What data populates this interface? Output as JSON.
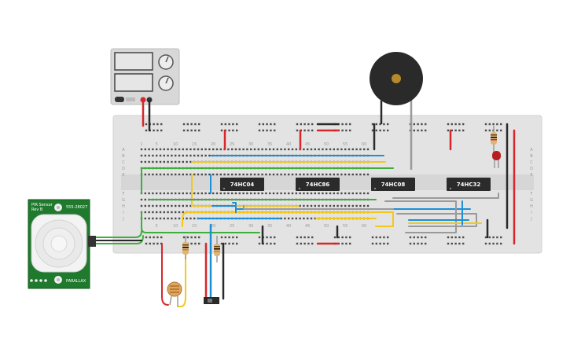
{
  "chips": [
    {
      "label": "74HC04"
    },
    {
      "label": "74HC86"
    },
    {
      "label": "74HC08"
    },
    {
      "label": "74HC32"
    }
  ],
  "pir": {
    "title": "PIR Sensor",
    "rev": "Rev B",
    "part": "555-28027",
    "brand": "PARALLAX"
  },
  "column_numbers": [
    "1",
    "5",
    "10",
    "15",
    "20",
    "25",
    "30",
    "35",
    "40",
    "45",
    "50",
    "55",
    "60"
  ],
  "row_letters_top": [
    "A",
    "B",
    "C",
    "D",
    "E"
  ],
  "row_letters_bottom": [
    "F",
    "G",
    "H",
    "I",
    "J"
  ],
  "colors": {
    "board": "#e3e3e3",
    "chip": "#2b2b2b",
    "pcb": "#1f7a2d",
    "wire_red": "#d9262a",
    "wire_blue": "#1e8fd6",
    "wire_green": "#3fae3c",
    "wire_yellow": "#f2c81a",
    "wire_gray": "#9a9a9a",
    "wire_black": "#2a2a2a"
  }
}
